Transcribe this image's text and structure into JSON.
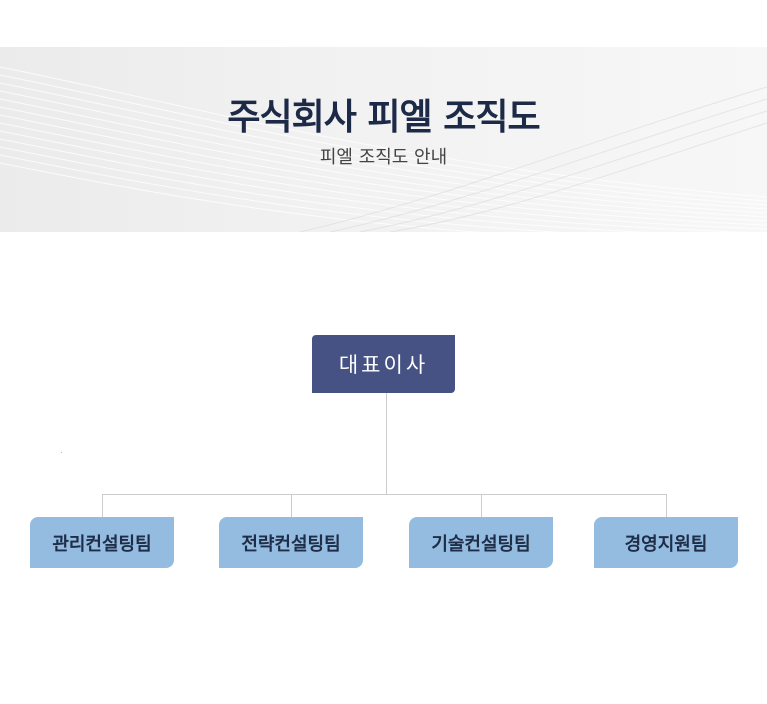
{
  "header": {
    "title": "주식회사 피엘 조직도",
    "subtitle": "피엘 조직도 안내"
  },
  "org_chart": {
    "root": "대표이사",
    "teams": [
      "관리컨설팅팀",
      "전략컨설팅팀",
      "기술컨설팅팀",
      "경영지원팀"
    ]
  },
  "colors": {
    "title": "#1d2a47",
    "root_box": "#465283",
    "team_box": "#93bce0",
    "connector": "#cccccc"
  }
}
